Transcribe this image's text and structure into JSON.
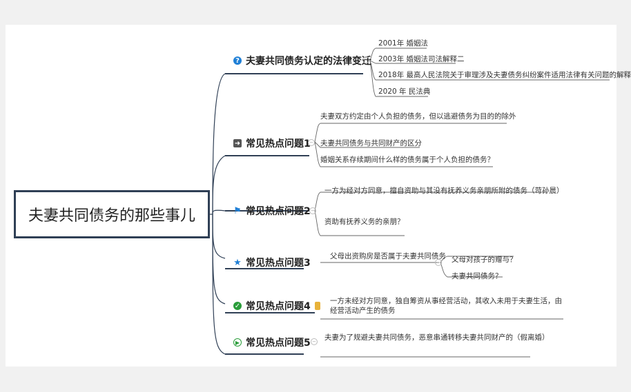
{
  "root": {
    "title": "夫妻共同债务的那些事儿"
  },
  "topics": [
    {
      "key": "t1",
      "label": "夫妻共同债务认定的法律变迁",
      "icon": "question-icon",
      "color": "#1f7fd6",
      "children": [
        "2001年 婚姻法",
        "2003年 婚姻法司法解释二",
        "2018年 最高人民法院关于审理涉及夫妻债务纠纷案件适用法律有关问题的解释",
        "2020 年 民法典"
      ]
    },
    {
      "key": "t2",
      "label": "常见热点问题1",
      "icon": "arrow-box-icon",
      "color": "#555555",
      "children": [
        "夫妻双方约定由个人负担的债务，但以逃避债务为目的的除外",
        "夫妻共同债务与共同财产的区分",
        "婚姻关系存续期间什么样的债务属于个人负担的债务？"
      ]
    },
    {
      "key": "t3",
      "label": "常见热点问题2",
      "icon": "flag-icon",
      "color": "#1f7fd6",
      "children": [
        "一方为经对方同意，擅自资助与其没有抚养义务亲朋所附的债务（苛孙晨）",
        "资助有抚养义务的亲朋？"
      ]
    },
    {
      "key": "t4",
      "label": "常见热点问题3",
      "icon": "star-icon",
      "color": "#1f7fd6",
      "children": [
        "父母出资购房是否属于夫妻共同债务"
      ],
      "sub": [
        "父母对孩子的赠与？",
        "夫妻共同债务？"
      ]
    },
    {
      "key": "t5",
      "label": "常见热点问题4",
      "icon": "check-icon",
      "color": "#2a9d3a",
      "children": [
        "一方未经对方同意，独自筹资从事经营活动，其收入未用于夫妻生活，由经营活动产生的债务"
      ]
    },
    {
      "key": "t6",
      "label": "常见热点问题5",
      "icon": "play-icon",
      "color": "#2a9d3a",
      "children": [
        "夫妻为了规避夫妻共同债务，恶意串通转移夫妻共同财产的（假离婚）"
      ]
    }
  ],
  "colors": {
    "frame": "#2f3f55",
    "line": "#2f3f55",
    "blue": "#1f7fd6",
    "green": "#2a9d3a"
  }
}
